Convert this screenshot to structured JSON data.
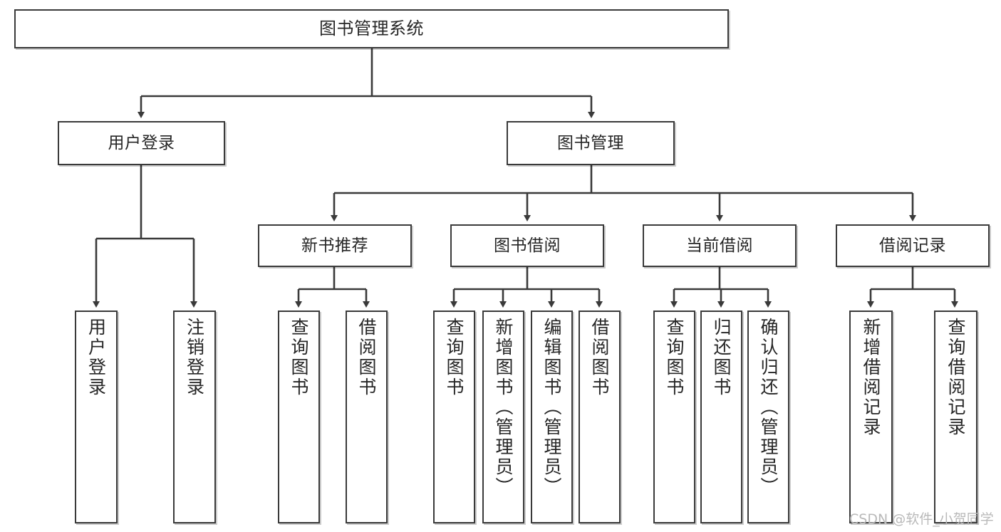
{
  "diagram": {
    "title": "图书管理系统",
    "type": "tree-hierarchy",
    "orientation": "top-down",
    "colors": {
      "box_border": "#3a3a3a",
      "box_fill": "#ffffff",
      "connector": "#3a3a3a",
      "text": "#262626",
      "watermark": "#b9b9b9",
      "background": "#ffffff"
    }
  },
  "watermark": {
    "text": "CSDN @软件_小贺同学"
  },
  "nodes": {
    "root": {
      "label": "图书管理系统",
      "level": 1
    },
    "level2": [
      {
        "id": "user-login",
        "label": "用户登录",
        "level": 2
      },
      {
        "id": "book-manage",
        "label": "图书管理",
        "level": 2
      }
    ],
    "level3": [
      {
        "id": "new-book-recommend",
        "label": "新书推荐",
        "level": 3,
        "parent": "book-manage"
      },
      {
        "id": "book-borrow",
        "label": "图书借阅",
        "level": 3,
        "parent": "book-manage"
      },
      {
        "id": "current-borrow",
        "label": "当前借阅",
        "level": 3,
        "parent": "book-manage"
      },
      {
        "id": "borrow-record",
        "label": "借阅记录",
        "level": 3,
        "parent": "book-manage"
      }
    ],
    "leaves": [
      {
        "id": "leaf-user-login",
        "label": "用户登录",
        "parent": "user-login"
      },
      {
        "id": "leaf-user-logout",
        "label": "注销登录",
        "parent": "user-login"
      },
      {
        "id": "leaf-query-book-1",
        "label": "查询图书",
        "parent": "new-book-recommend"
      },
      {
        "id": "leaf-borrow-book-1",
        "label": "借阅图书",
        "parent": "new-book-recommend"
      },
      {
        "id": "leaf-query-book-2",
        "label": "查询图书",
        "parent": "book-borrow"
      },
      {
        "id": "leaf-add-book",
        "label": "新增图书（管理员）",
        "parent": "book-borrow"
      },
      {
        "id": "leaf-edit-book",
        "label": "编辑图书（管理员）",
        "parent": "book-borrow"
      },
      {
        "id": "leaf-borrow-book-2",
        "label": "借阅图书",
        "parent": "book-borrow"
      },
      {
        "id": "leaf-query-book-3",
        "label": "查询图书",
        "parent": "current-borrow"
      },
      {
        "id": "leaf-return-book",
        "label": "归还图书",
        "parent": "current-borrow"
      },
      {
        "id": "leaf-confirm-return",
        "label": "确认归还（管理员）",
        "parent": "current-borrow"
      },
      {
        "id": "leaf-add-record",
        "label": "新增借阅记录",
        "parent": "borrow-record"
      },
      {
        "id": "leaf-query-record",
        "label": "查询借阅记录",
        "parent": "borrow-record"
      }
    ]
  }
}
